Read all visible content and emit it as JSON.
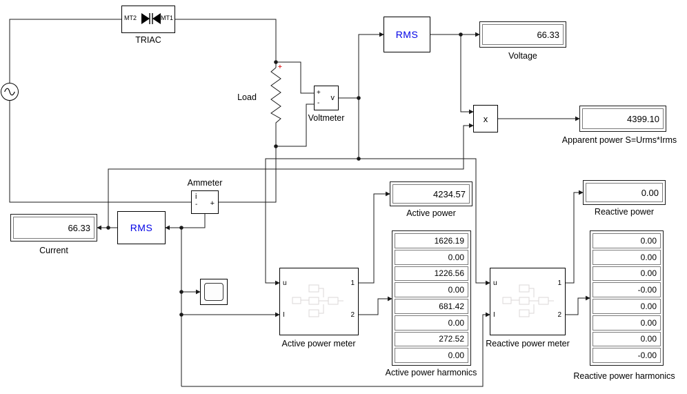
{
  "colors": {
    "canvas_bg": "#ffffff",
    "wire": "#1a1a1a",
    "rms_text": "#0000e6",
    "polarity_plus": "#e03030"
  },
  "blocks": {
    "triac": {
      "label": "TRIAC",
      "mt2": "MT2",
      "mt1": "MT1"
    },
    "load": {
      "label": "Load",
      "polarity_mark": "+"
    },
    "voltmeter": {
      "label": "Voltmeter",
      "plus": "+",
      "minus": "-",
      "symbol": "v"
    },
    "rms_voltage": {
      "text": "RMS"
    },
    "rms_current": {
      "text": "RMS"
    },
    "multiplier": {
      "symbol": "x"
    },
    "ammeter": {
      "label": "Ammeter",
      "symbol": "i",
      "plus": "+",
      "minus": "-"
    },
    "active_meter": {
      "label": "Active power meter",
      "port_u": "u",
      "port_i": "I",
      "port_out1": "1",
      "port_out2": "2"
    },
    "reactive_meter": {
      "label": "Reactive power meter",
      "port_u": "u",
      "port_i": "I",
      "port_out1": "1",
      "port_out2": "2"
    }
  },
  "displays": {
    "voltage": {
      "value": "66.33",
      "label": "Voltage"
    },
    "current": {
      "value": "66.33",
      "label": "Current"
    },
    "apparent_power": {
      "value": "4399.10",
      "label": "Apparent power S=Urms*Irms"
    },
    "active_power": {
      "value": "4234.57",
      "label": "Active power"
    },
    "reactive_power": {
      "value": "0.00",
      "label": "Reactive power"
    },
    "active_harmonics": {
      "label": "Active power harmonics",
      "values": [
        "1626.19",
        "0.00",
        "1226.56",
        "0.00",
        "681.42",
        "0.00",
        "272.52",
        "0.00"
      ]
    },
    "reactive_harmonics": {
      "label": "Reactive power harmonics",
      "values": [
        "0.00",
        "0.00",
        "0.00",
        "-0.00",
        "0.00",
        "0.00",
        "0.00",
        "-0.00"
      ]
    }
  }
}
